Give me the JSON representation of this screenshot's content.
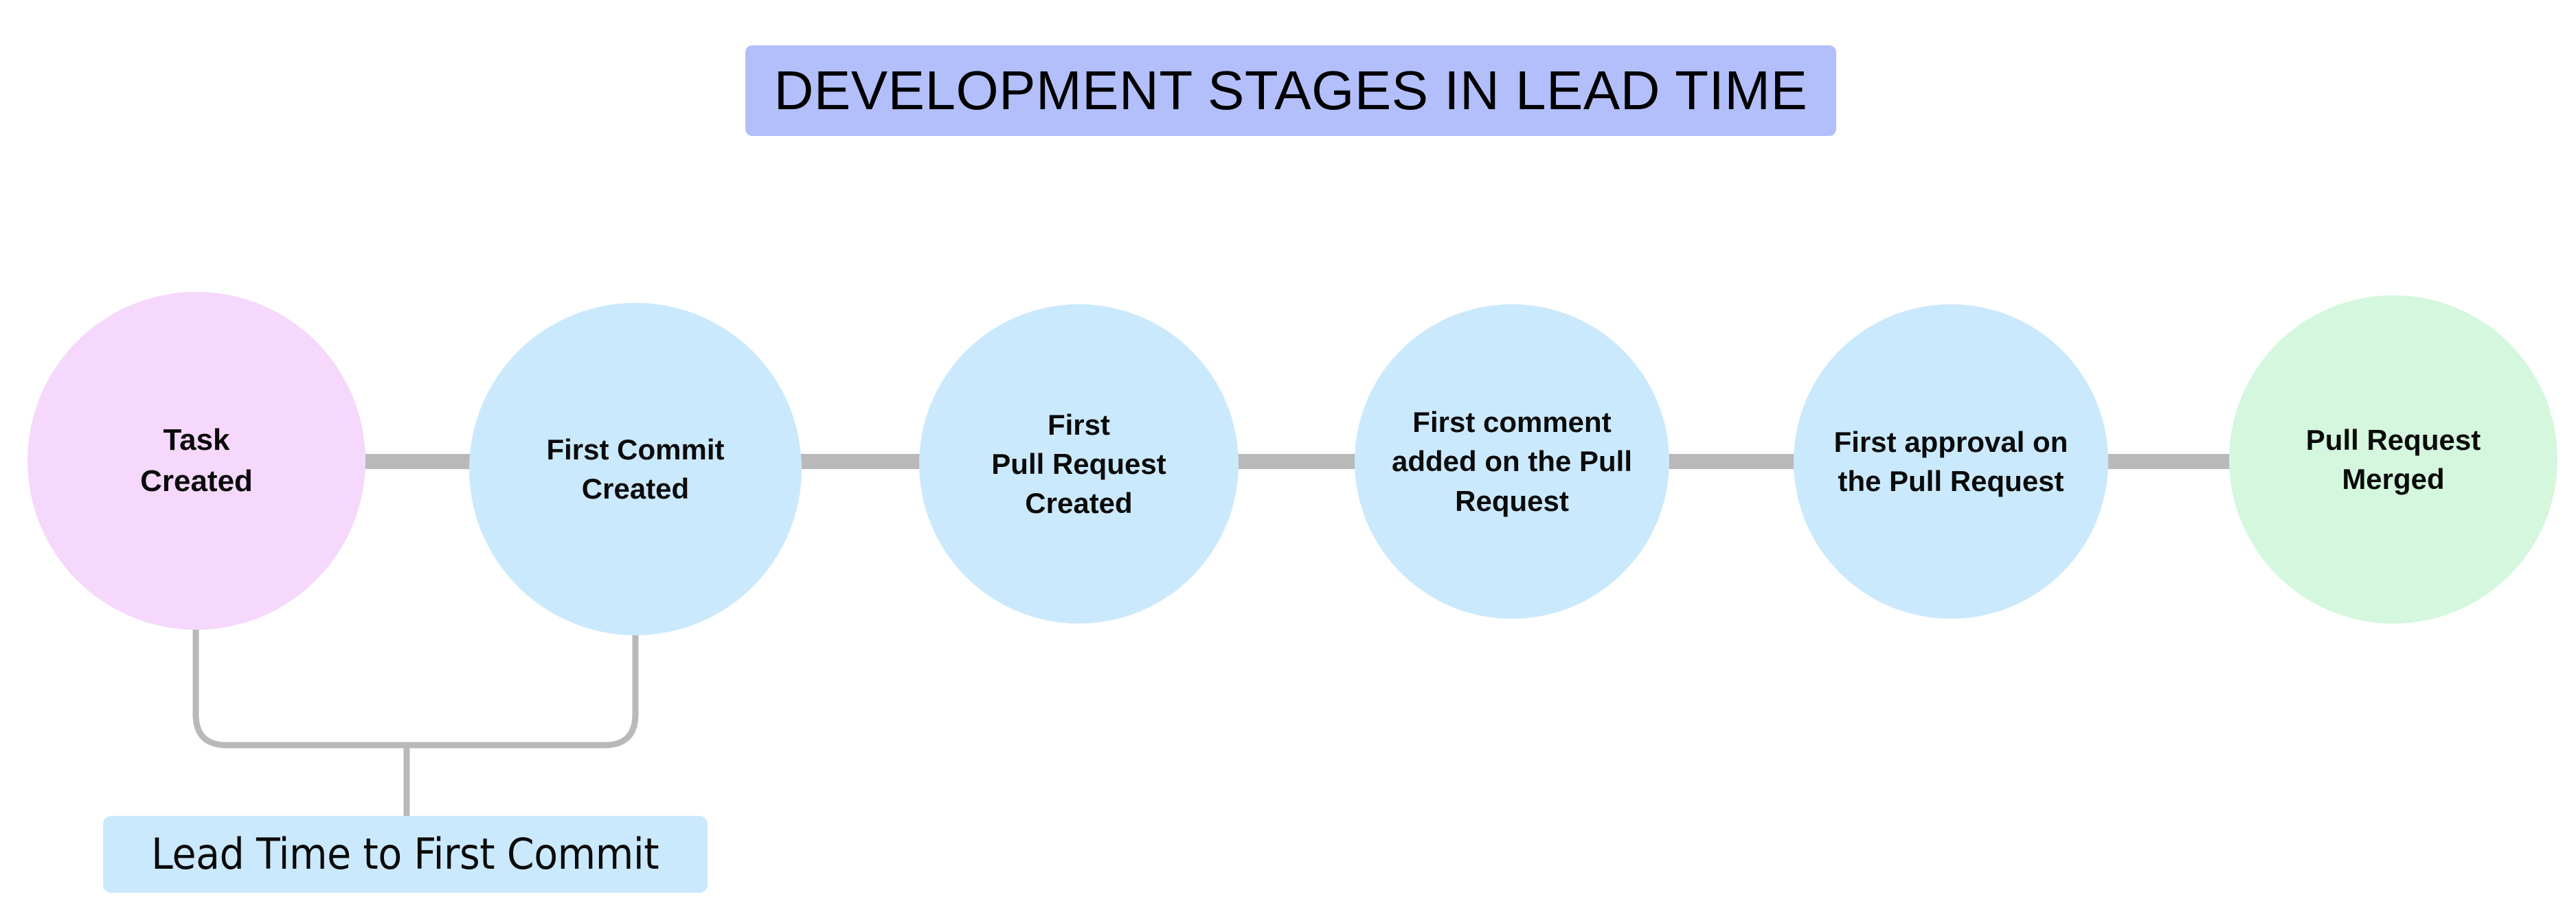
{
  "header": {
    "title": "DEVELOPMENT STAGES IN LEAD TIME",
    "background_color": "#b3bffa"
  },
  "theme": {
    "page_background": "#ffffff",
    "connector_color": "#b9b9b9",
    "text_color": "#0b0b0b",
    "start_node_color": "#f5d8fc",
    "middle_node_color": "#cbe9fd",
    "end_node_color": "#d4f7de",
    "annotation_box_color": "#cbe9fd"
  },
  "diagram": {
    "type": "process-flow",
    "orientation": "horizontal",
    "stages": [
      {
        "id": "task-created",
        "label": "Task\nCreated",
        "color": "#f5d8fc",
        "order": 1
      },
      {
        "id": "first-commit-created",
        "label": "First Commit\nCreated",
        "color": "#cbe9fd",
        "order": 2
      },
      {
        "id": "first-pull-request-created",
        "label": "First\nPull Request\nCreated",
        "color": "#cbe9fd",
        "order": 3
      },
      {
        "id": "first-comment-added",
        "label": "First comment\nadded on the Pull\nRequest",
        "color": "#cbe9fd",
        "order": 4
      },
      {
        "id": "first-approval",
        "label": "First approval on\nthe Pull Request",
        "color": "#cbe9fd",
        "order": 5
      },
      {
        "id": "pull-request-merged",
        "label": "Pull Request\nMerged",
        "color": "#d4f7de",
        "order": 6
      }
    ],
    "annotations": [
      {
        "id": "lead-time-to-first-commit",
        "label": "Lead Time to First Commit",
        "spans_from": "task-created",
        "spans_to": "first-commit-created",
        "background_color": "#cbe9fd"
      }
    ]
  }
}
